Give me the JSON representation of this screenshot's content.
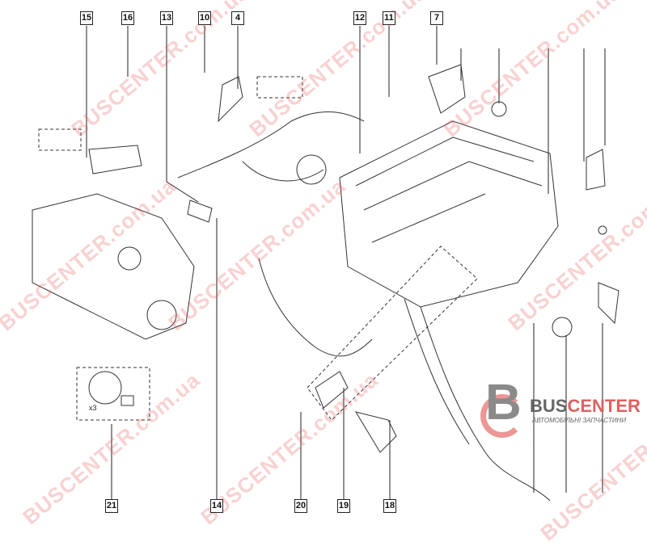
{
  "callouts_top": [
    "15",
    "16",
    "13",
    "10",
    "4",
    "12",
    "11",
    "7"
  ],
  "callouts_bottom": [
    "21",
    "14",
    "20",
    "19",
    "18"
  ],
  "quantity_label": "x3",
  "watermark": "BUSCENTER.com.ua",
  "logo": {
    "name_a": "BUS",
    "name_b": "CENTER",
    "subtitle": "АВТОМОБІЛЬНІ ЗАПЧАСТИНИ"
  },
  "colors": {
    "watermark": "#e65a5a",
    "line": "#222222"
  }
}
